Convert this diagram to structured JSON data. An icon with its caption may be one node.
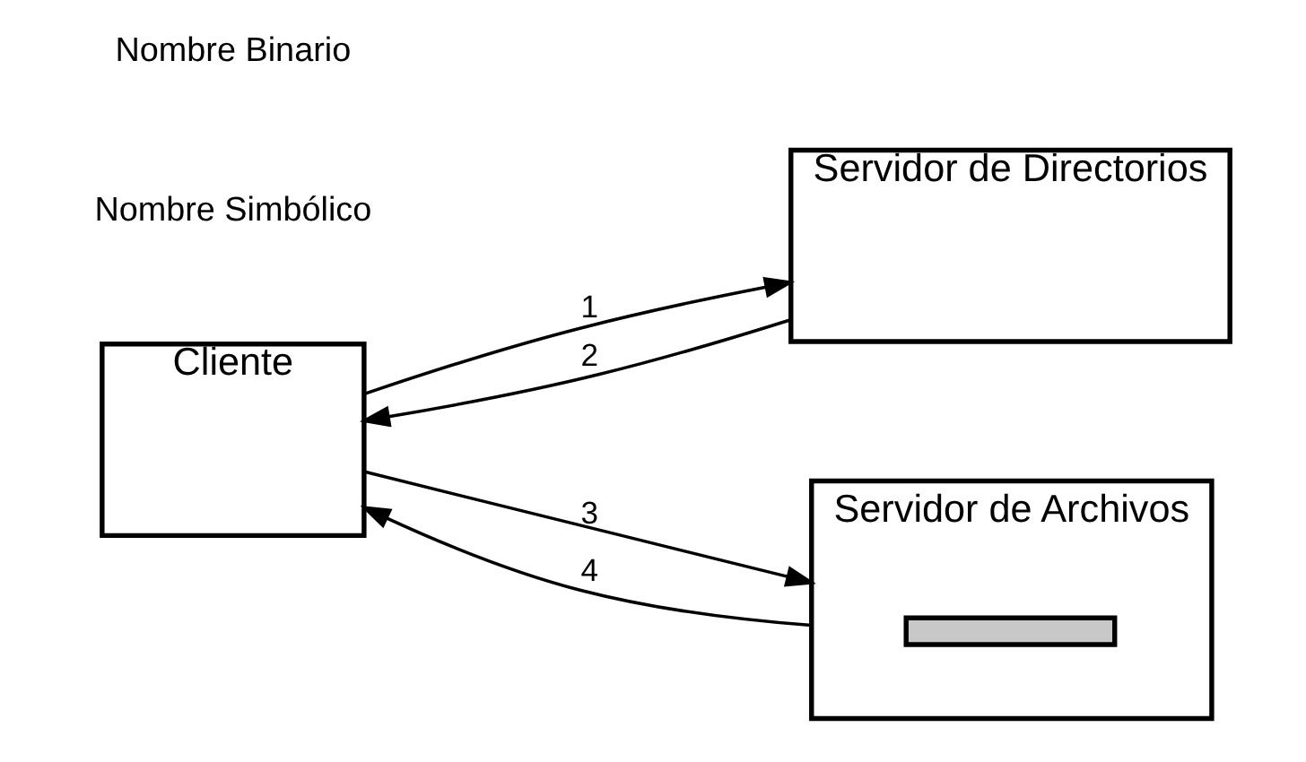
{
  "diagram": {
    "nodes": [
      {
        "text": [
          "Cliente"
        ]
      },
      {
        "text": [
          "Servidor de Directorios"
        ]
      },
      {
        "text": [
          "Servidor de Archivos"
        ]
      },
      {
        "text": [],
        "shape": "bar",
        "in": 2
      }
    ],
    "edges": [
      {
        "from": 0,
        "to": 1,
        "arrow": "to",
        "label": "1"
      },
      {
        "from": 1,
        "to": 0,
        "arrow": "to",
        "label": "2"
      },
      {
        "from": 0,
        "to": 2,
        "arrow": "to",
        "label": "3"
      },
      {
        "from": 2,
        "to": 0,
        "arrow": "to",
        "label": "4"
      }
    ],
    "labels": [
      "Nombre Simbólico",
      "Nombre Binario"
    ]
  }
}
